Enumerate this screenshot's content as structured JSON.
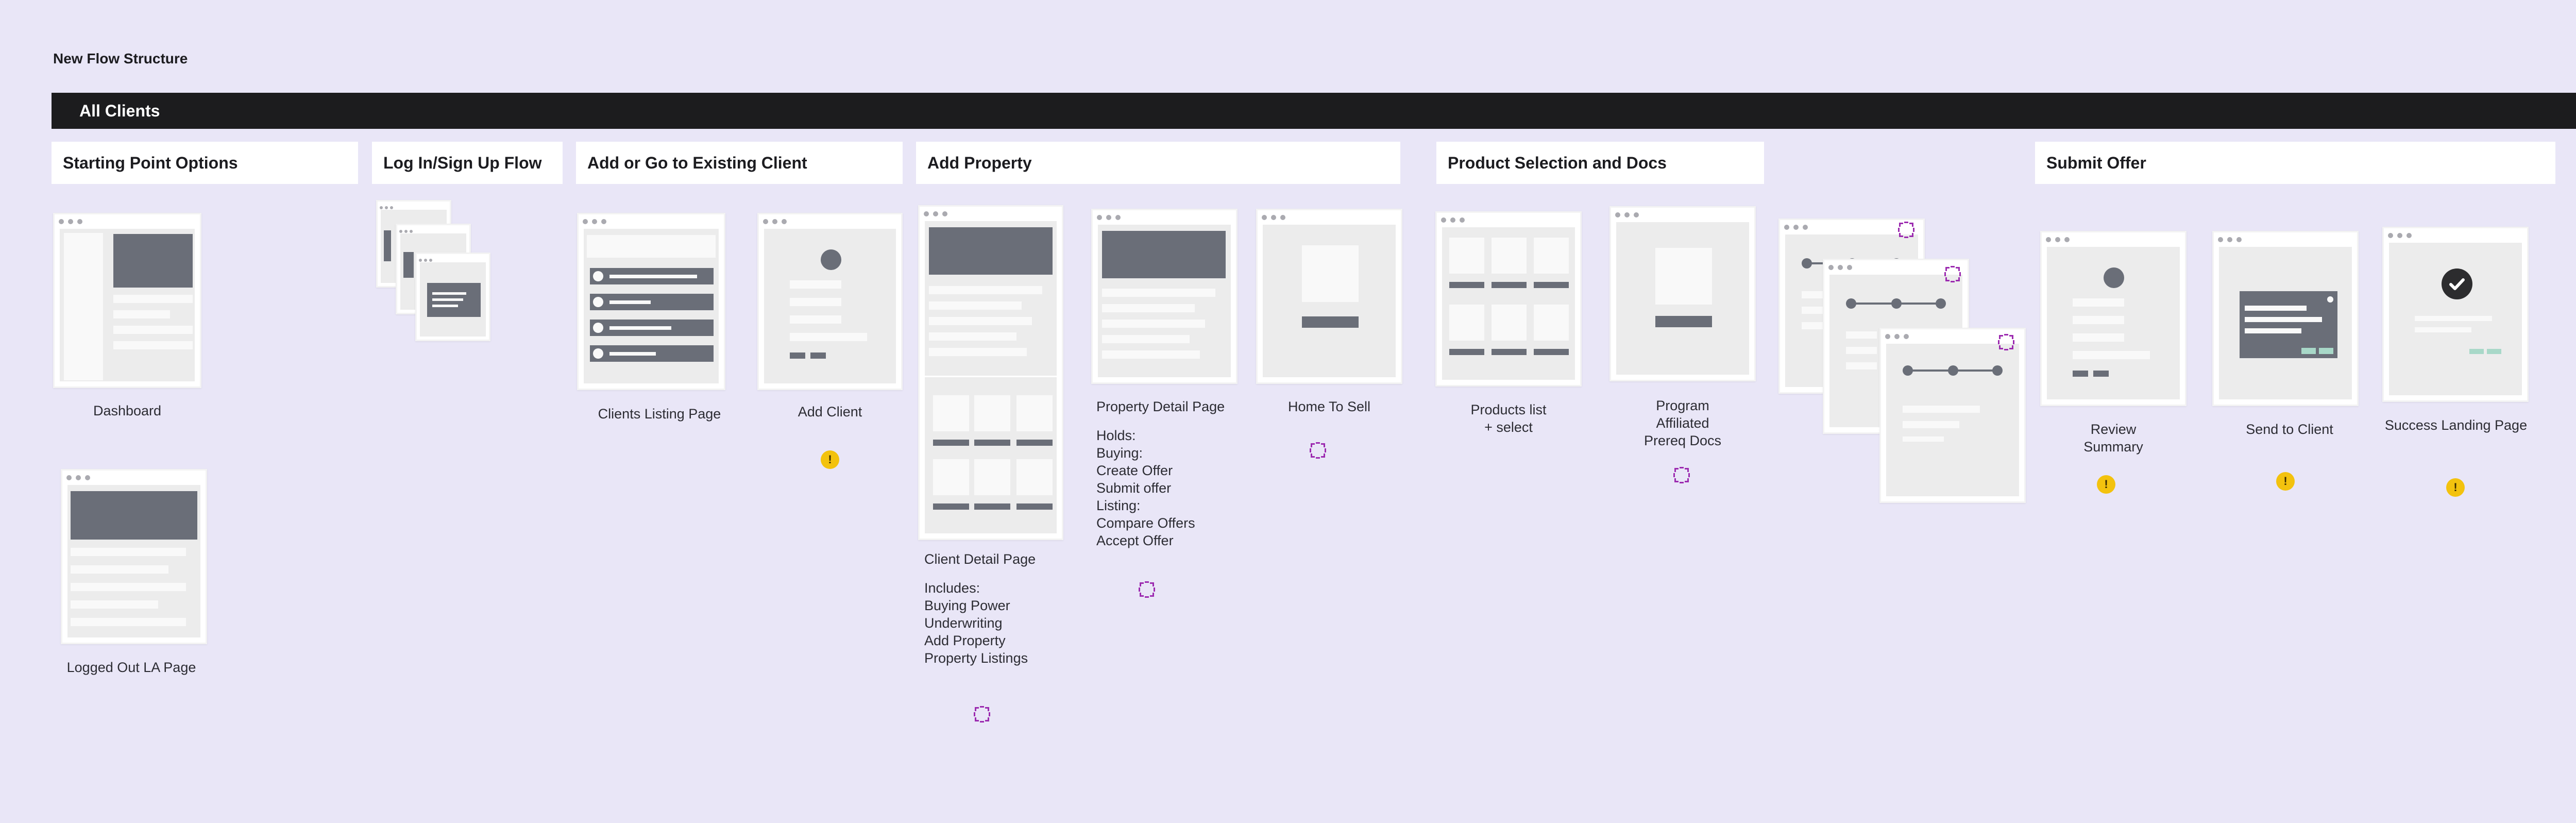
{
  "page": {
    "title": "New Flow Structure",
    "bar_title": "All Clients"
  },
  "sections": {
    "starting": "Starting Point Options",
    "login": "Log In/Sign Up Flow",
    "client": "Add or Go to Existing Client",
    "property": "Add Property",
    "product": "Product Selection and Docs",
    "submit": "Submit Offer"
  },
  "labels": {
    "dashboard": "Dashboard",
    "logged_out": "Logged Out LA Page",
    "clients_listing": "Clients Listing Page",
    "add_client": "Add Client",
    "client_detail": "Client Detail Page",
    "client_detail_notes": "Includes:\nBuying Power\nUnderwriting\nAdd Property\nProperty Listings",
    "property_detail": "Property Detail Page",
    "property_detail_notes": "Holds:\nBuying:\nCreate Offer\nSubmit offer\nListing:\nCompare Offers\nAccept Offer",
    "home_to_sell": "Home To Sell",
    "products_list": "Products list\n+ select",
    "program_docs": "Program\nAffiliated\nPrereq Docs",
    "review_summary": "Review\nSummary",
    "send_to_client": "Send to Client",
    "success_landing": "Success Landing Page"
  },
  "badges": {
    "warning_glyph": "!"
  },
  "colors": {
    "background": "#e9e6f7",
    "bar": "#1c1c1e",
    "wire_dark": "#6a6e78",
    "warning": "#f3c20e",
    "component": "#9c2bb0",
    "accent_teal": "#a8d8c8"
  },
  "icons": [
    "warning-icon",
    "component-icon",
    "check-icon"
  ]
}
